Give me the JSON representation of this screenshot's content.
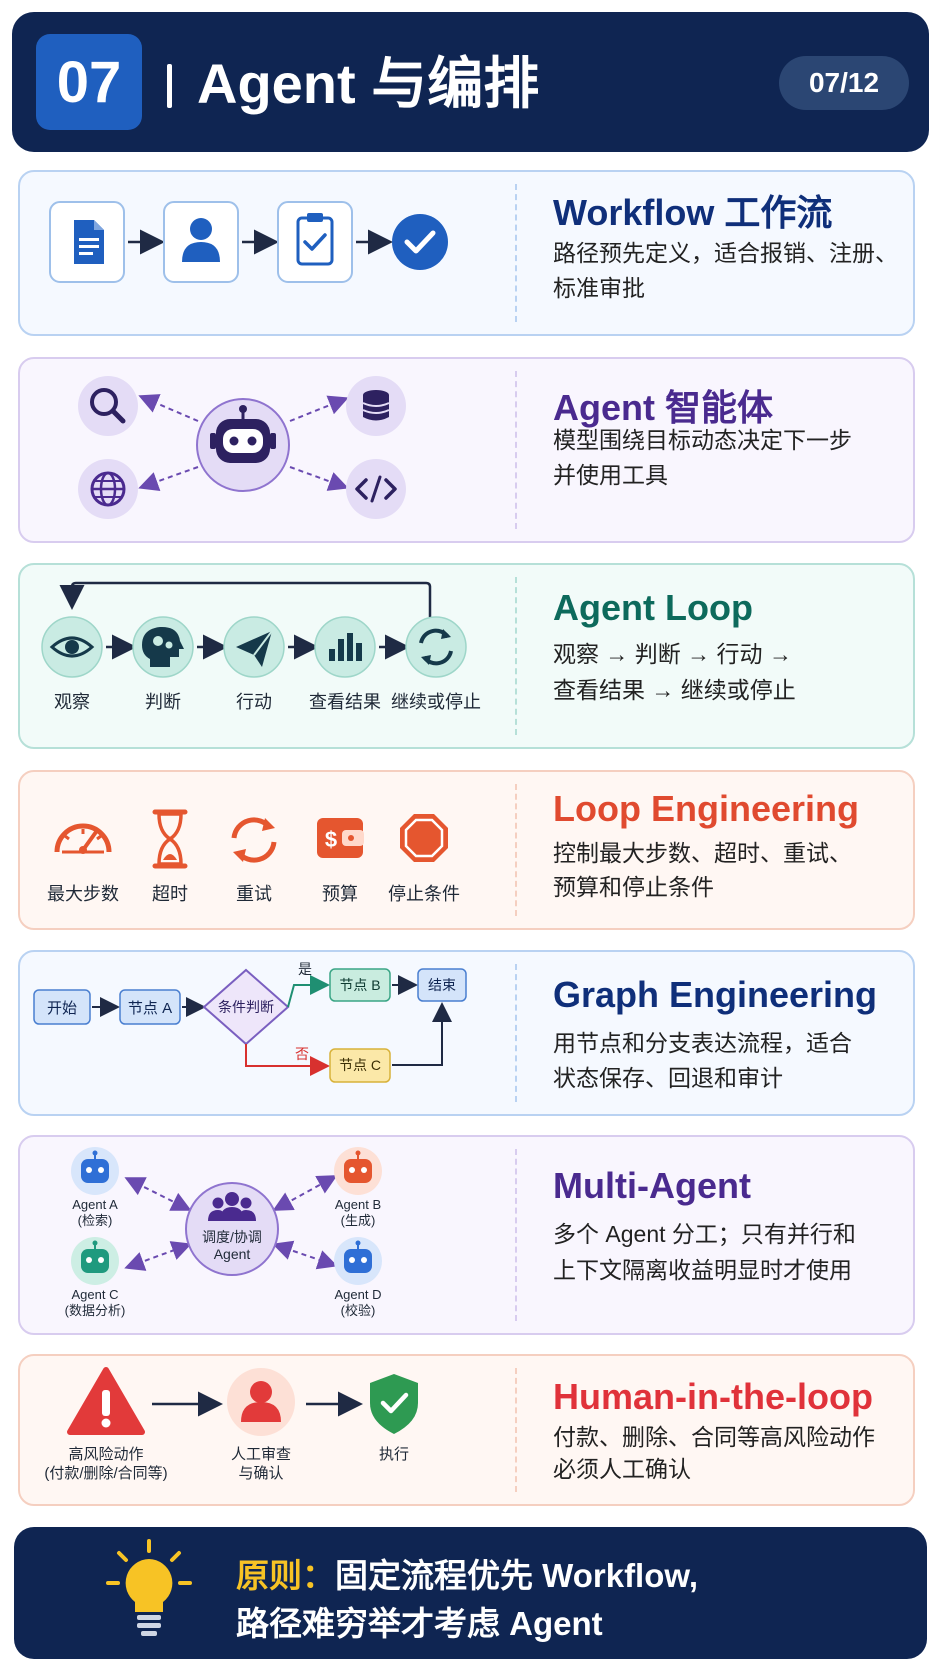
{
  "header": {
    "section_number": "07",
    "title": "Agent 与编排",
    "page_indicator": "07/12"
  },
  "cards": [
    {
      "title": "Workflow 工作流",
      "desc_lines": [
        "路径预先定义，适合报销、注册、",
        "标准审批"
      ],
      "icons": [
        "document-icon",
        "user-icon",
        "clipboard-check-icon",
        "check-circle-icon"
      ],
      "title_color": "#0f2f7a"
    },
    {
      "title": "Agent 智能体",
      "desc_lines": [
        "模型围绕目标动态决定下一步",
        "并使用工具"
      ],
      "icons": [
        "robot-icon",
        "search-icon",
        "database-icon",
        "globe-icon",
        "code-icon"
      ],
      "title_color": "#4a2a8f"
    },
    {
      "title": "Agent Loop",
      "desc_lines": [
        "观察 → 判断 → 行动 →",
        "查看结果 → 继续或停止"
      ],
      "steps": [
        "观察",
        "判断",
        "行动",
        "查看结果",
        "继续或停止"
      ],
      "icons": [
        "eye-icon",
        "brain-gear-icon",
        "paper-plane-icon",
        "bar-chart-icon",
        "refresh-icon"
      ],
      "title_color": "#0d6a5c"
    },
    {
      "title": "Loop Engineering",
      "desc_lines": [
        "控制最大步数、超时、重试、",
        "预算和停止条件"
      ],
      "items": [
        "最大步数",
        "超时",
        "重试",
        "预算",
        "停止条件"
      ],
      "icons": [
        "gauge-icon",
        "hourglass-icon",
        "retry-icon",
        "wallet-icon",
        "stop-sign-icon"
      ],
      "title_color": "#e04a2f"
    },
    {
      "title": "Graph Engineering",
      "desc_lines": [
        "用节点和分支表达流程，适合",
        "状态保存、回退和审计"
      ],
      "graph": {
        "start": "开始",
        "node_a": "节点 A",
        "decision": "条件判断",
        "yes_label": "是",
        "no_label": "否",
        "node_b": "节点 B",
        "node_c": "节点 C",
        "end": "结束"
      },
      "title_color": "#0f2f7a"
    },
    {
      "title": "Multi-Agent",
      "desc_lines": [
        "多个 Agent 分工；只有并行和",
        "上下文隔离收益明显时才使用"
      ],
      "center": [
        "调度/协调",
        "Agent"
      ],
      "agents": [
        {
          "name": "Agent A",
          "role": "(检索)",
          "color": "#2f6fd6"
        },
        {
          "name": "Agent B",
          "role": "(生成)",
          "color": "#e5562f"
        },
        {
          "name": "Agent C",
          "role": "(数据分析)",
          "color": "#1f9a7e"
        },
        {
          "name": "Agent D",
          "role": "(校验)",
          "color": "#2f6fd6"
        }
      ],
      "title_color": "#4a2a8f"
    },
    {
      "title": "Human-in-the-loop",
      "desc_lines": [
        "付款、删除、合同等高风险动作",
        "必须人工确认"
      ],
      "steps": [
        {
          "line1": "高风险动作",
          "line2": "(付款/删除/合同等)"
        },
        {
          "line1": "人工审查",
          "line2": "与确认"
        },
        {
          "line1": "执行",
          "line2": ""
        }
      ],
      "icons": [
        "warning-icon",
        "reviewer-icon",
        "shield-check-icon"
      ],
      "title_color": "#e0323a"
    }
  ],
  "footer": {
    "key": "原则：",
    "line1": "固定流程优先 Workflow,",
    "line2": "路径难穷举才考虑 Agent",
    "icon": "lightbulb-icon"
  }
}
